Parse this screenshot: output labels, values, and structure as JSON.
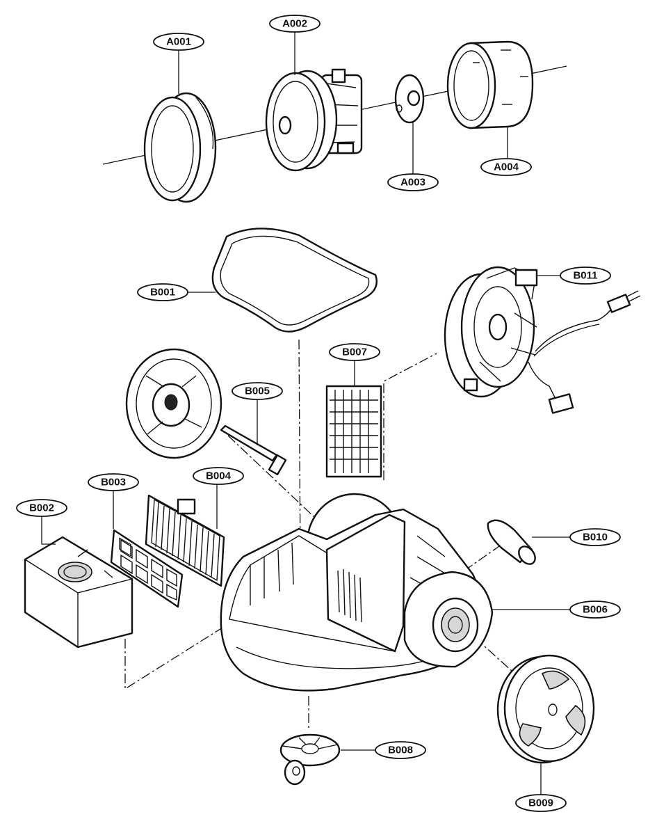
{
  "colors": {
    "line": "#111111",
    "paper": "#ffffff",
    "shade": "#d7d7d7"
  },
  "callouts": {
    "A001": "A001",
    "A002": "A002",
    "A003": "A003",
    "A004": "A004",
    "B001": "B001",
    "B002": "B002",
    "B003": "B003",
    "B004": "B004",
    "B005": "B005",
    "B006": "B006",
    "B007": "B007",
    "B008": "B008",
    "B009": "B009",
    "B010": "B010",
    "B011": "B011"
  }
}
